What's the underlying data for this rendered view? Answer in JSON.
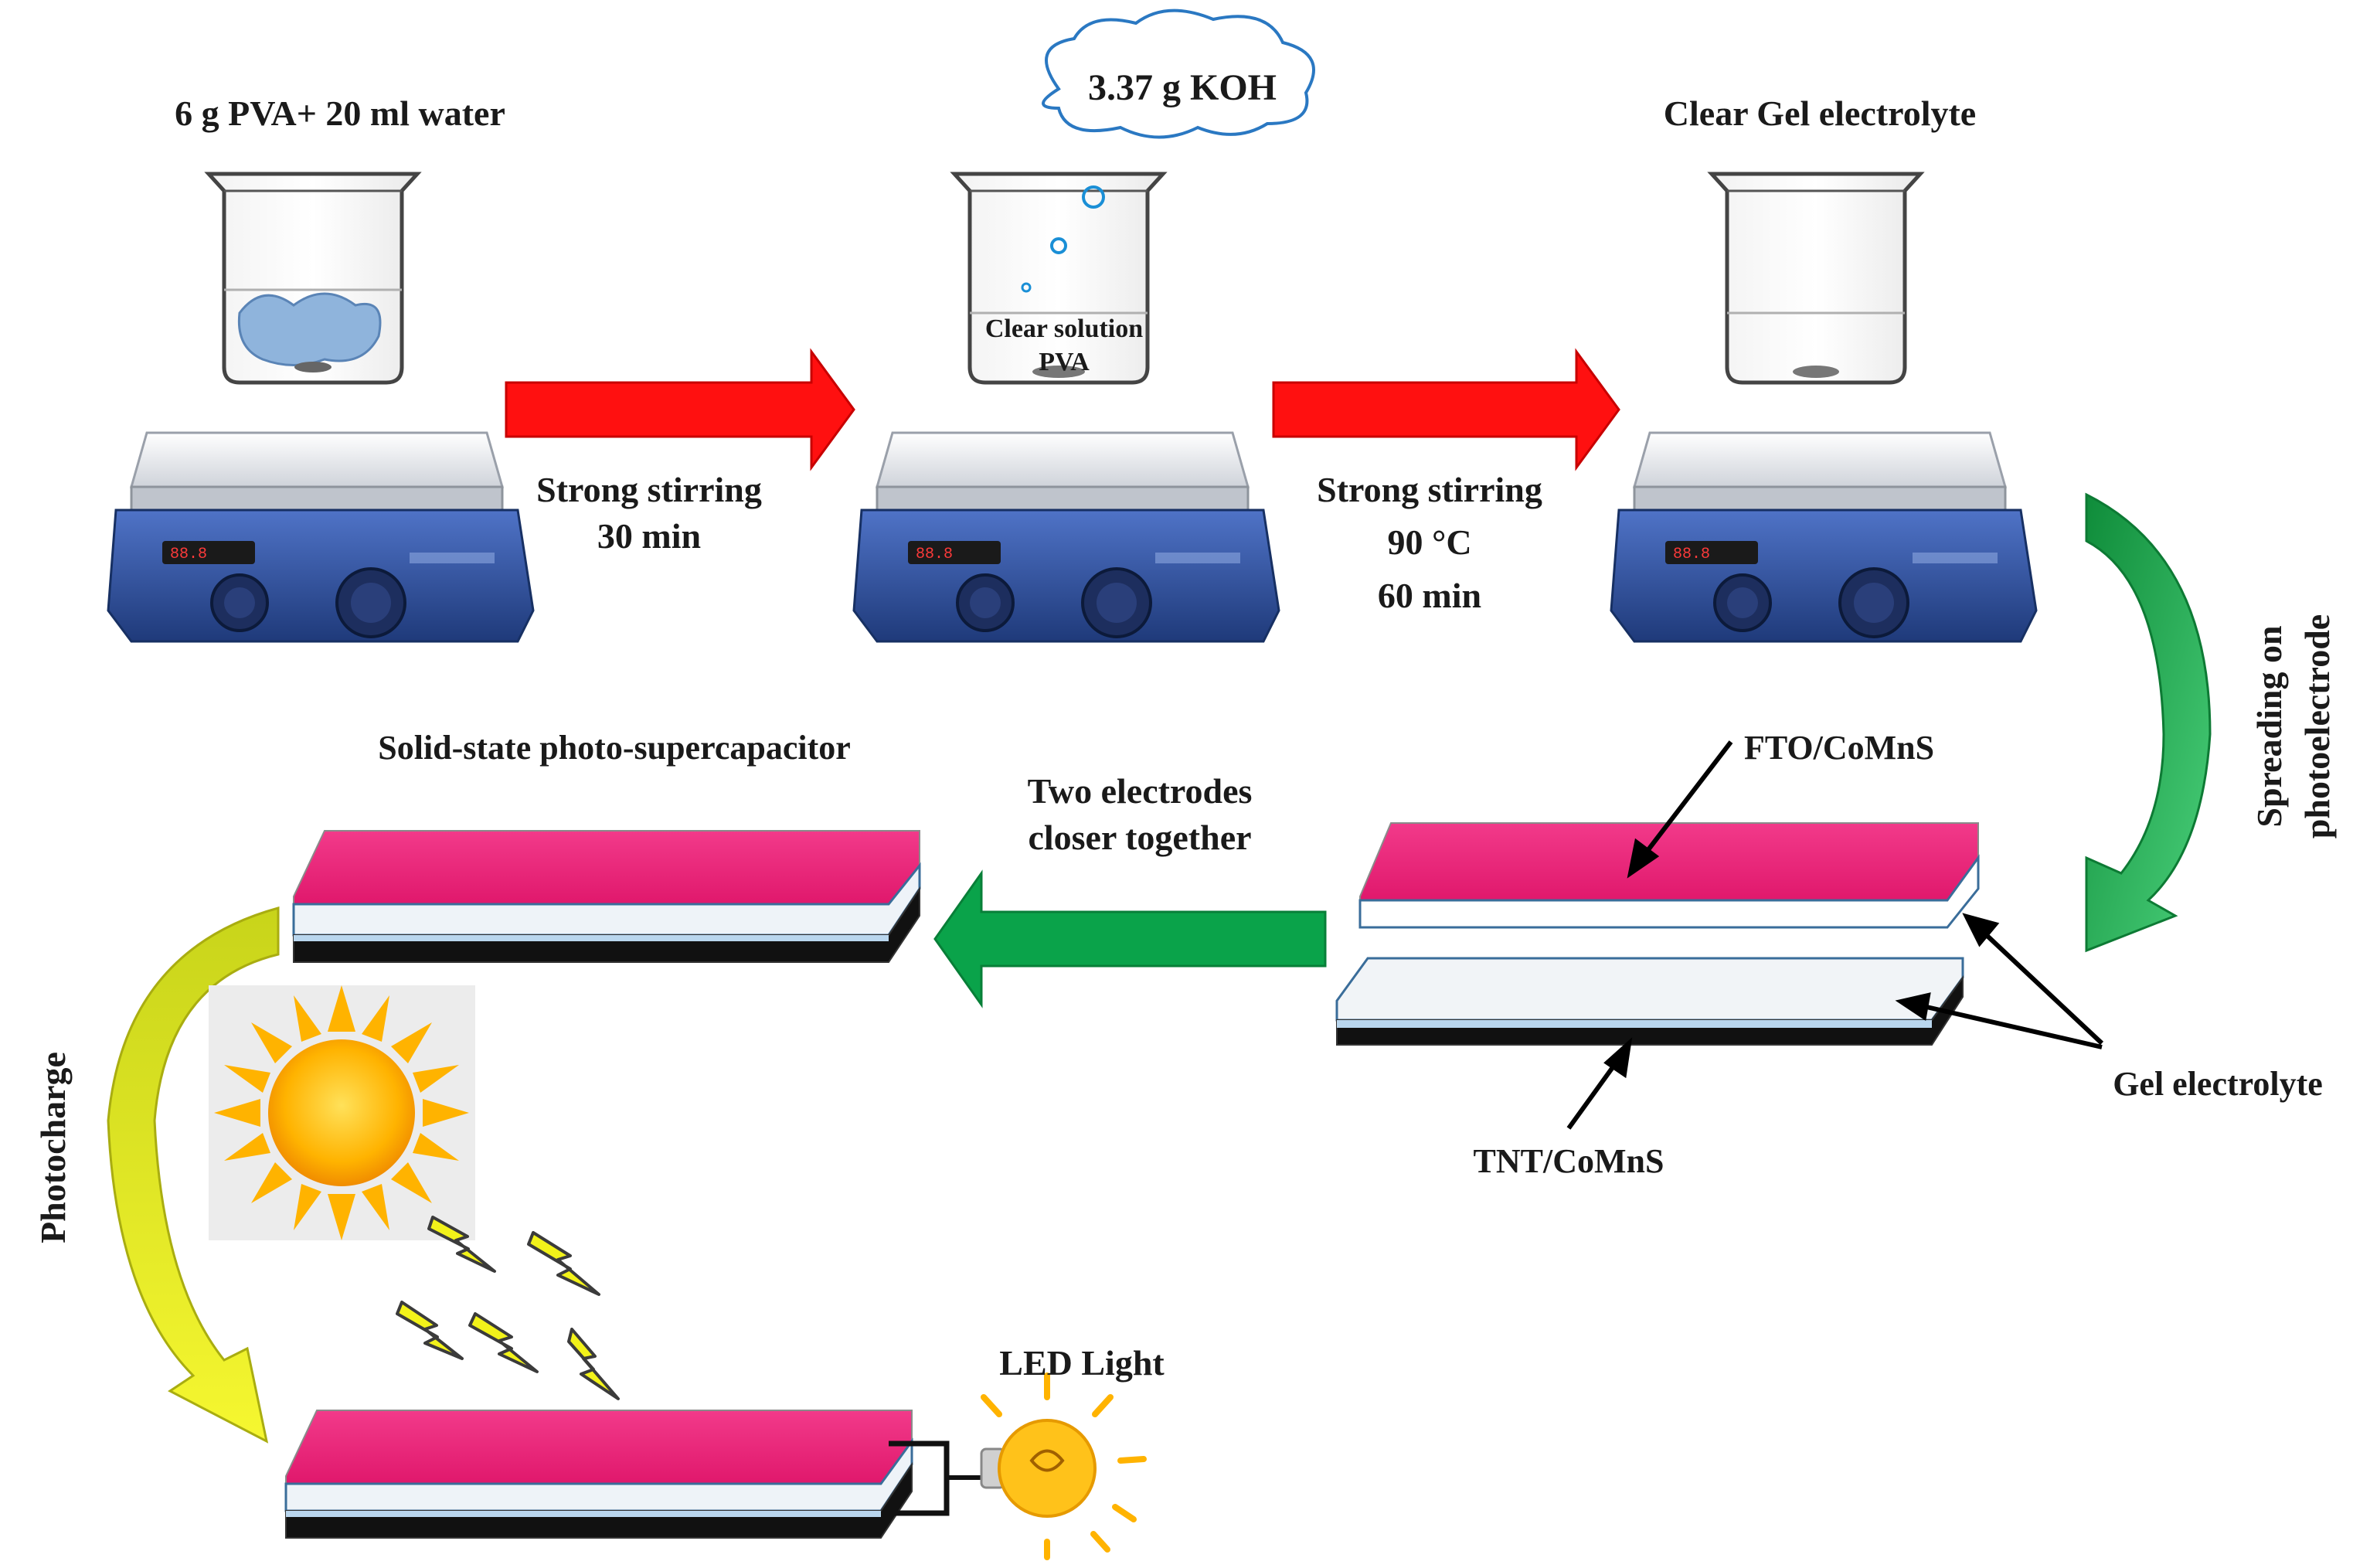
{
  "steps": {
    "step1_title": "6 g PVA+ 20 ml water",
    "koh_label": "3.37 g KOH",
    "beaker2_text_line1": "Clear solution",
    "beaker2_text_line2": "PVA",
    "step3_title": "Clear Gel electrolyte",
    "arrow1_line1": "Strong stirring",
    "arrow1_line2": "30 min",
    "arrow2_line1": "Strong stirring",
    "arrow2_line2": "90 °C",
    "arrow2_line3": "60 min",
    "spread_line1": "Spreading on",
    "spread_line2": "photoelectrode"
  },
  "device": {
    "fto_label": "FTO/CoMnS",
    "tnt_label": "TNT/CoMnS",
    "gel_label": "Gel electrolyte",
    "arrow3_line1": "Two electrodes",
    "arrow3_line2": "closer together",
    "solid_state_title": "Solid-state photo-supercapacitor",
    "photocharge_label": "Photocharge",
    "led_label": "LED Light"
  },
  "colors": {
    "red_arrow": "#ff1010",
    "green_arrow": "#0aa34a",
    "yellow_arrow": "#e8ef20",
    "magenta_layer": "#ee1f78",
    "hotplate_blue": "#2e4f9e",
    "sun": "#ffb300"
  }
}
